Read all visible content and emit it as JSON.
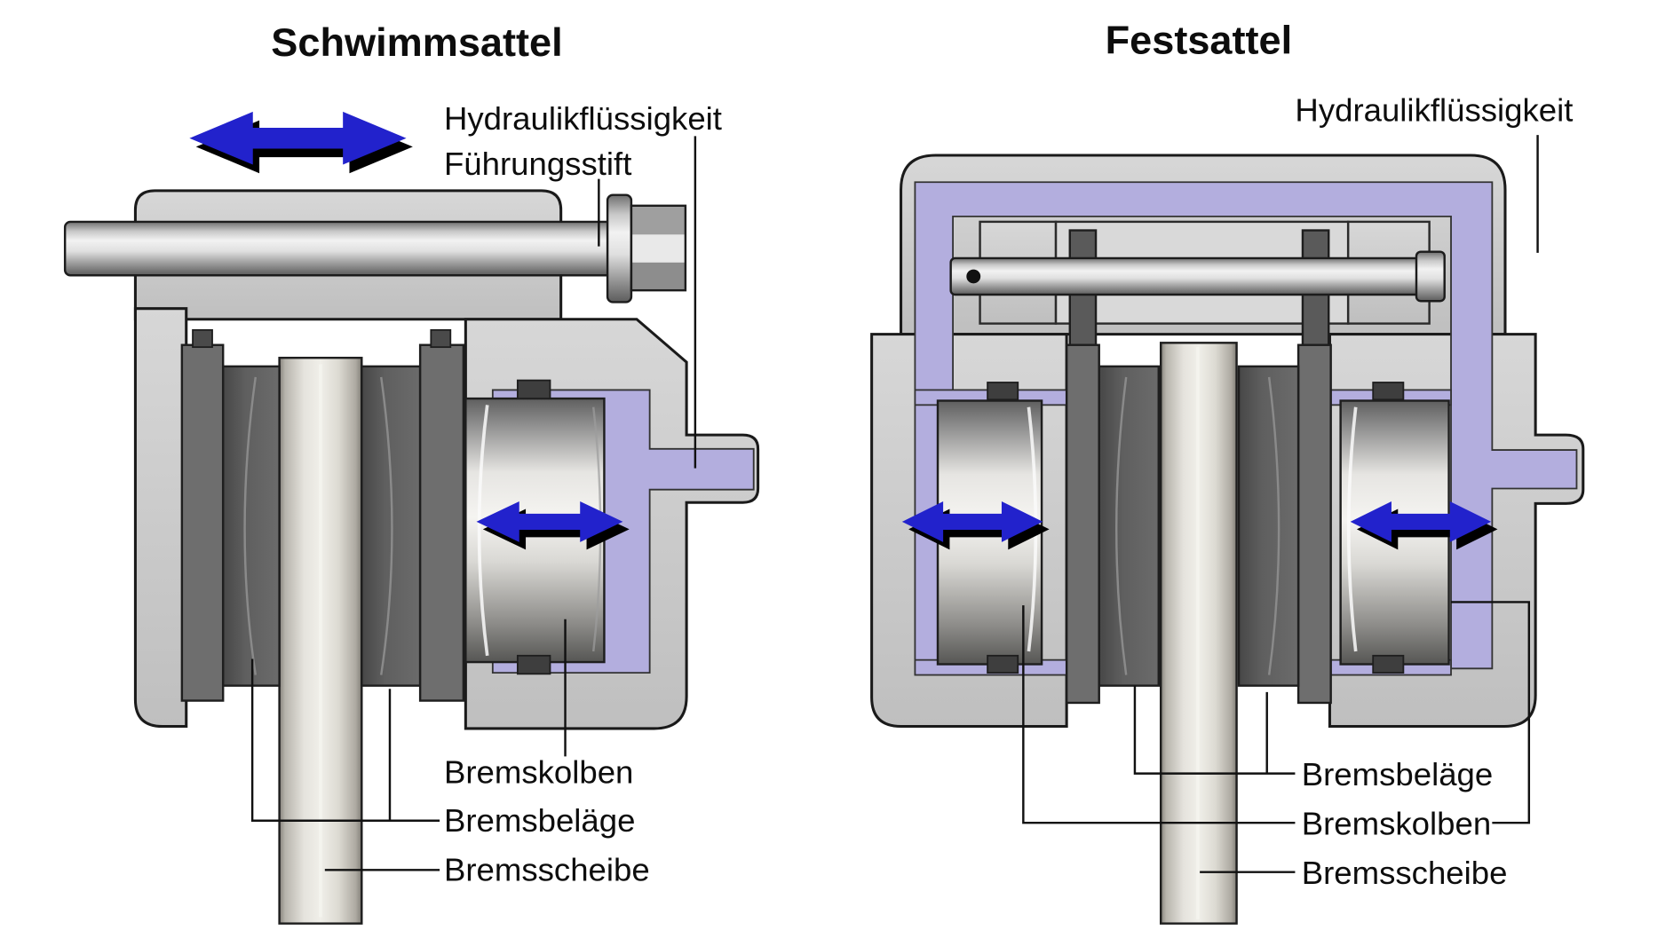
{
  "left": {
    "title": "Schwimmsattel",
    "labels": {
      "hydraulic": "Hydraulikflüssigkeit",
      "guide_pin": "Führungsstift",
      "piston": "Bremskolben",
      "pads": "Bremsbeläge",
      "disc": "Bremsscheibe"
    }
  },
  "right": {
    "title": "Festsattel",
    "labels": {
      "hydraulic": "Hydraulikflüssigkeit",
      "pads": "Bremsbeläge",
      "piston": "Bremskolben",
      "disc": "Bremsscheibe"
    }
  },
  "colors": {
    "arrow": "#2222cc",
    "arrow_shadow": "#000000",
    "fluid": "#b3aede",
    "body": "#c9c9c9",
    "pad": "#575757",
    "outline": "#1a1a1a"
  }
}
